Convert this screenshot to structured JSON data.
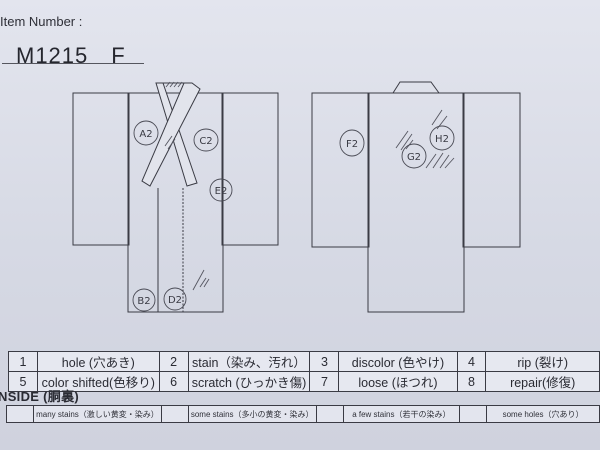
{
  "header": {
    "item_number_label": "Item Number :",
    "item_number_value": "M1215　F"
  },
  "diagram": {
    "front": {
      "view": "front",
      "markers": [
        {
          "id": "A2",
          "label": "A2"
        },
        {
          "id": "B2",
          "label": "B2"
        },
        {
          "id": "C2",
          "label": "C2"
        },
        {
          "id": "D2",
          "label": "D2"
        },
        {
          "id": "E2",
          "label": "E2"
        }
      ]
    },
    "back": {
      "view": "back",
      "markers": [
        {
          "id": "F2",
          "label": "F2"
        },
        {
          "id": "G2",
          "label": "G2"
        },
        {
          "id": "H2",
          "label": "H2"
        }
      ]
    }
  },
  "legend": {
    "rows": [
      [
        {
          "num": "1",
          "label": "hole (穴あき)"
        },
        {
          "num": "2",
          "label": "stain（染み、汚れ）"
        },
        {
          "num": "3",
          "label": "discolor (色やけ)"
        },
        {
          "num": "4",
          "label": "rip (裂け)"
        }
      ],
      [
        {
          "num": "5",
          "label": "color shifted(色移り)"
        },
        {
          "num": "6",
          "label": "scratch (ひっかき傷)"
        },
        {
          "num": "7",
          "label": "loose (ほつれ)"
        },
        {
          "num": "8",
          "label": "repair(修復)"
        }
      ]
    ]
  },
  "inside": {
    "title": "NSIDE (胴裏)",
    "options": [
      {
        "label": "many stains（激しい黄変・染み）",
        "checked": false
      },
      {
        "label": "some stains（多小の黄変・染み）",
        "checked": false
      },
      {
        "label": "a few stains（若干の染み）",
        "checked": false
      },
      {
        "label": "some holes（穴あり）",
        "checked": false
      }
    ]
  },
  "colors": {
    "paper": "#d9dce6",
    "ink": "#2a2b33",
    "pencil": "#4a4b55"
  }
}
